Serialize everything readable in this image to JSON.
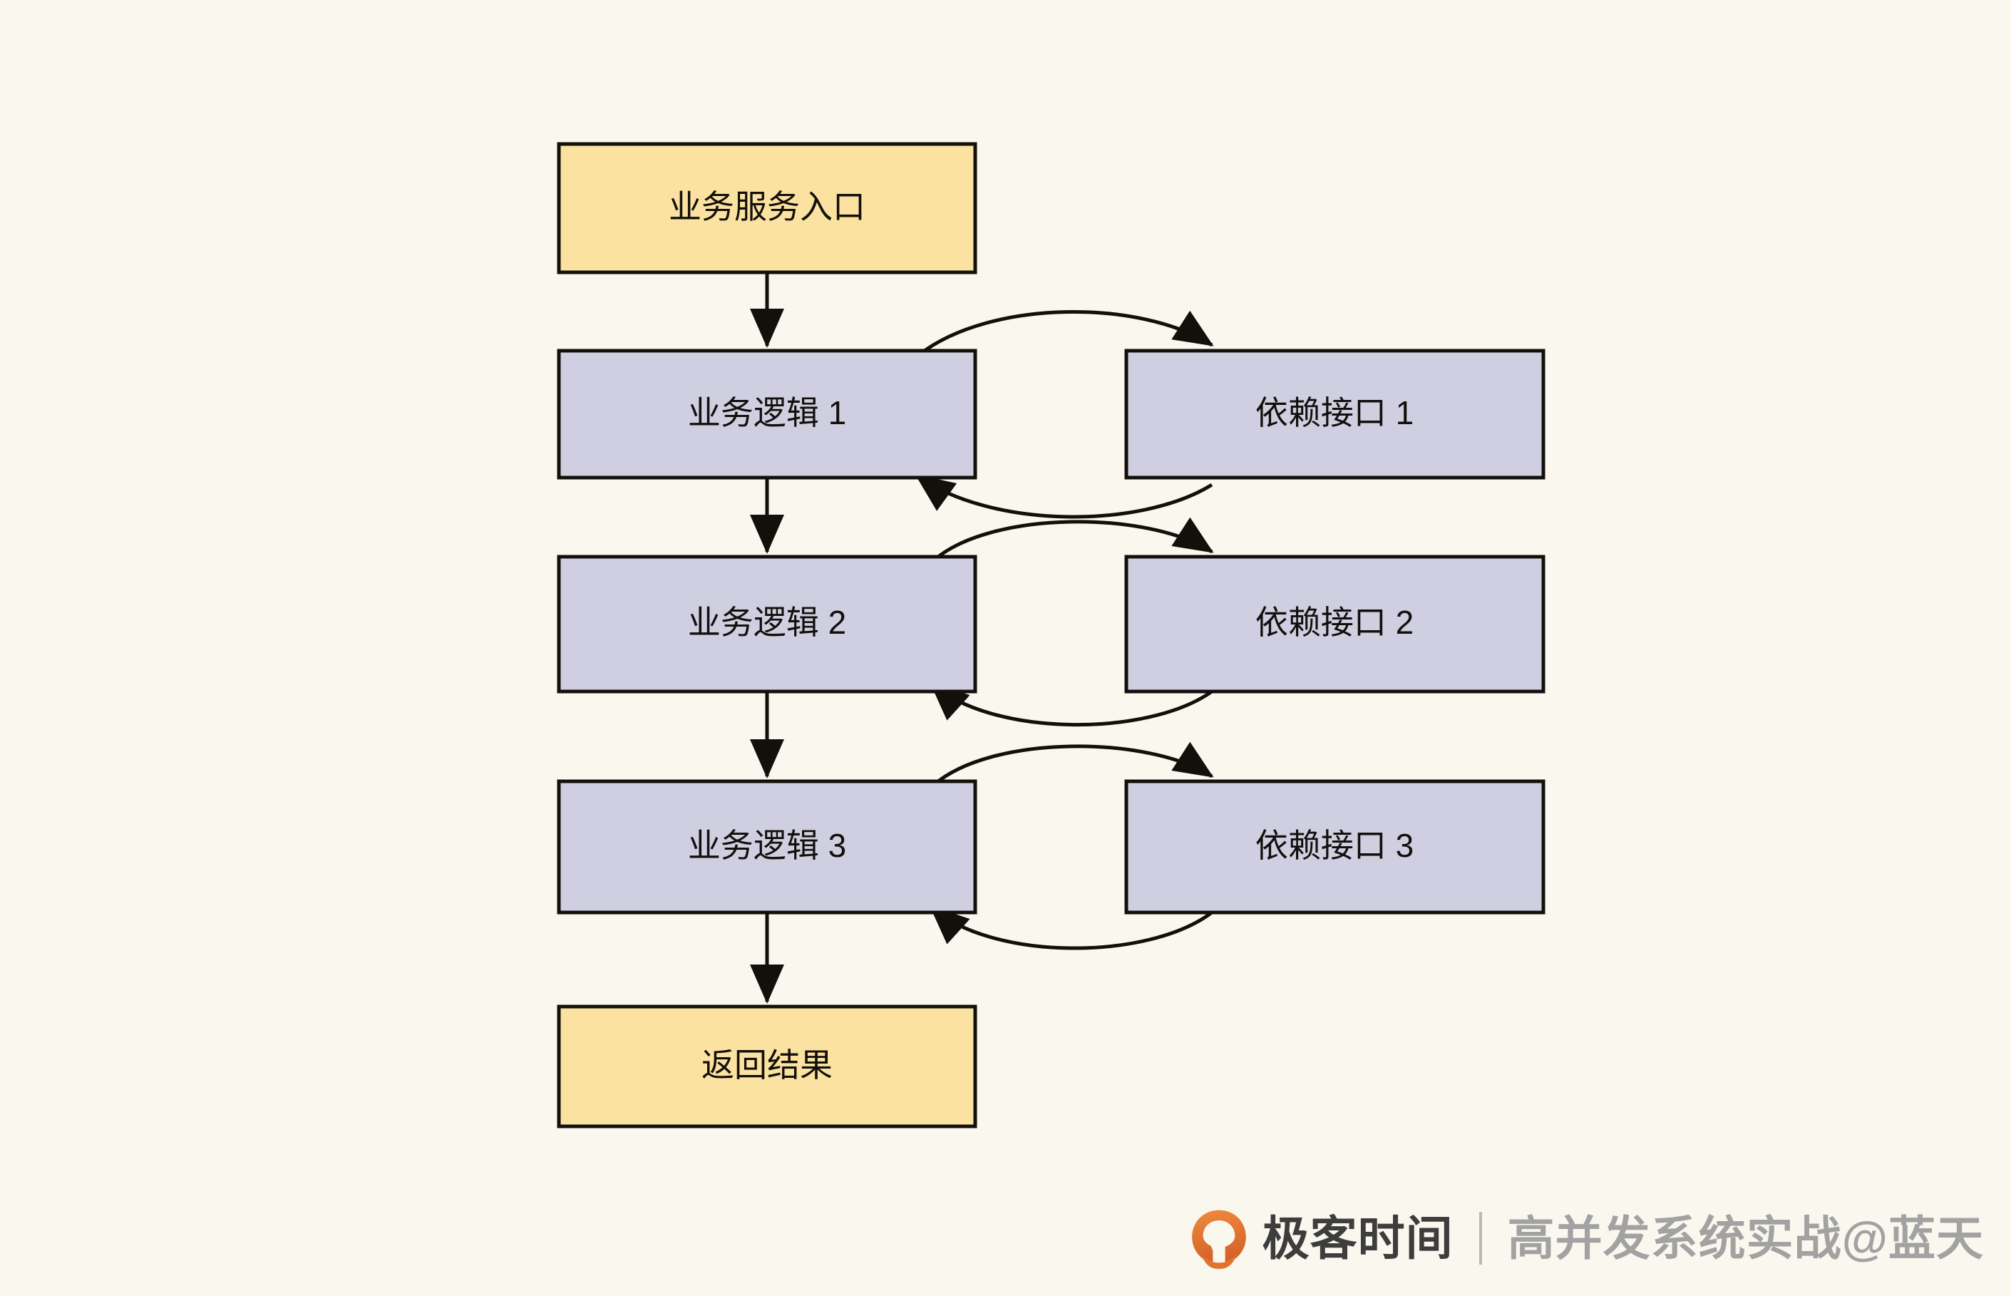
{
  "diagram": {
    "background_color": "#faf8ee",
    "border_color": "#13100c",
    "entry_fill": "#fbe2a0",
    "process_fill": "#d0cfe2",
    "title_hidden": "",
    "nodes": {
      "entry": {
        "label": "业务服务入口",
        "type": "terminal",
        "fill": "#fbe2a0"
      },
      "logic1": {
        "label": "业务逻辑 1",
        "type": "process",
        "fill": "#d0cfe2"
      },
      "logic2": {
        "label": "业务逻辑 2",
        "type": "process",
        "fill": "#d0cfe2"
      },
      "logic3": {
        "label": "业务逻辑 3",
        "type": "process",
        "fill": "#d0cfe2"
      },
      "dep1": {
        "label": "依赖接口 1",
        "type": "process",
        "fill": "#d0cfe2"
      },
      "dep2": {
        "label": "依赖接口 2",
        "type": "process",
        "fill": "#d0cfe2"
      },
      "dep3": {
        "label": "依赖接口 3",
        "type": "process",
        "fill": "#d0cfe2"
      },
      "result": {
        "label": "返回结果",
        "type": "terminal",
        "fill": "#fbe2a0"
      }
    },
    "edges": [
      {
        "from": "entry",
        "to": "logic1",
        "style": "straight-down"
      },
      {
        "from": "logic1",
        "to": "logic2",
        "style": "straight-down"
      },
      {
        "from": "logic2",
        "to": "logic3",
        "style": "straight-down"
      },
      {
        "from": "logic3",
        "to": "result",
        "style": "straight-down"
      },
      {
        "from": "logic1",
        "to": "dep1",
        "style": "curve-out"
      },
      {
        "from": "dep1",
        "to": "logic1",
        "style": "curve-back"
      },
      {
        "from": "logic2",
        "to": "dep2",
        "style": "curve-out"
      },
      {
        "from": "dep2",
        "to": "logic2",
        "style": "curve-back"
      },
      {
        "from": "logic3",
        "to": "dep3",
        "style": "curve-out"
      },
      {
        "from": "dep3",
        "to": "logic3",
        "style": "curve-back"
      }
    ]
  },
  "watermark": {
    "brand": "极客时间",
    "course": "高并发系统实战@蓝天",
    "logo_color_start": "#ef8b3c",
    "logo_color_end": "#d9622a",
    "brand_color": "#3d3d3d",
    "course_color": "#a2a2a2"
  }
}
